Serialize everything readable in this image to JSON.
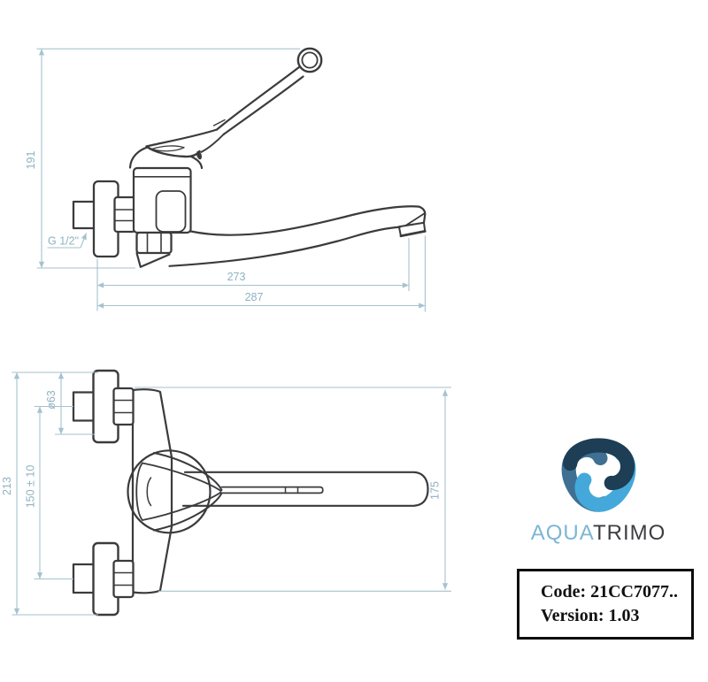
{
  "page": {
    "background": "#ffffff"
  },
  "drawing": {
    "line_color": "#3b3b3d",
    "dimension_color": "#a6c2ce",
    "side_view": {
      "dim_height": "191",
      "dim_thread": "G 1/2\"",
      "dim_reach_inner": "273",
      "dim_reach_overall": "287"
    },
    "front_view": {
      "dim_escutcheon_diameter": "ø63",
      "dim_mount_spacing": "150 ± 10",
      "dim_overall_height": "213",
      "dim_lever_length": "175"
    }
  },
  "brand": {
    "word_primary": "AQUA",
    "word_secondary": "TRIMO",
    "primary_color": "#7cb6d4",
    "secondary_color": "#3d3d42",
    "swirl_navy": "#1d3e55",
    "swirl_steel": "#3f7093",
    "swirl_light": "#44a9da"
  },
  "info_box": {
    "code_line": "Code: 21CC7077..",
    "version_line": "Version: 1.03"
  }
}
